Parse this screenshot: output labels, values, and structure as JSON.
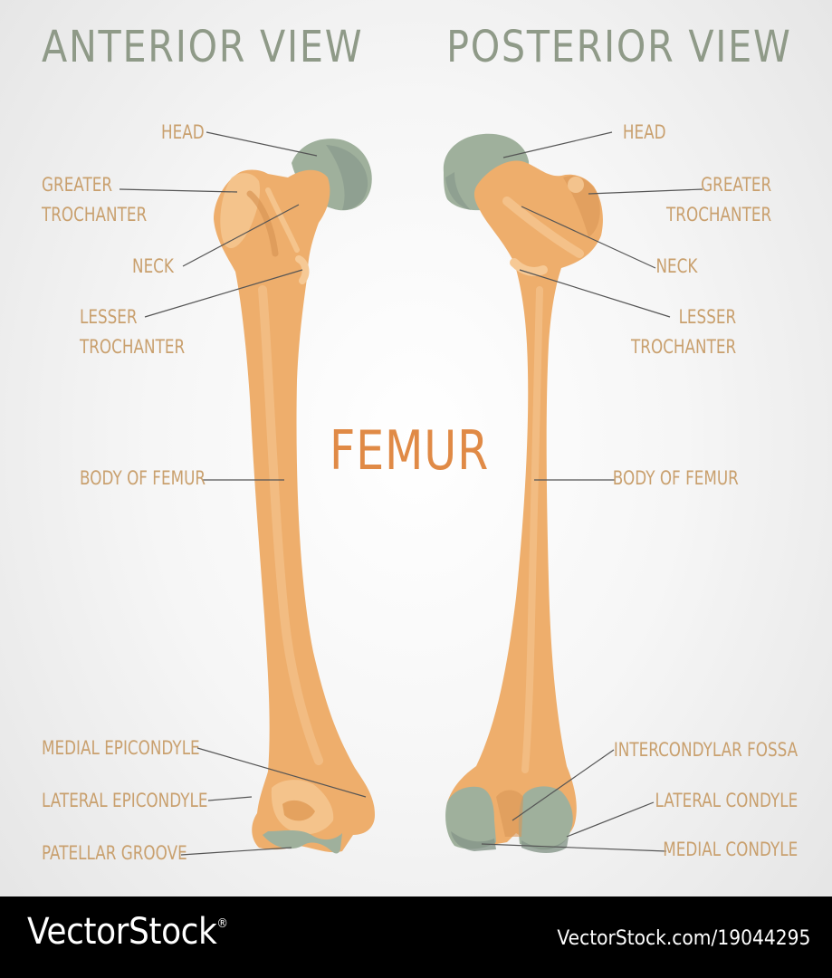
{
  "titles": {
    "anterior": "ANTERIOR VIEW",
    "posterior": "POSTERIOR VIEW",
    "center": "FEMUR"
  },
  "anterior_labels": {
    "head": "HEAD",
    "greater_trochanter": [
      "GREATER",
      "TROCHANTER"
    ],
    "neck": "NECK",
    "lesser_trochanter": [
      "LESSER",
      "TROCHANTER"
    ],
    "body_of_femur": "BODY OF FEMUR",
    "medial_epicondyle": "MEDIAL EPICONDYLE",
    "lateral_epicondyle": "LATERAL EPICONDYLE",
    "patellar_groove": "PATELLAR GROOVE"
  },
  "posterior_labels": {
    "head": "HEAD",
    "greater_trochanter": [
      "GREATER",
      "TROCHANTER"
    ],
    "neck": "NECK",
    "lesser_trochanter": [
      "LESSER",
      "TROCHANTER"
    ],
    "body_of_femur": "BODY OF FEMUR",
    "intercondylar_fossa": "INTERCONDYLAR FOSSA",
    "lateral_condyle": "LATERAL CONDYLE",
    "medial_condyle": "MEDIAL CONDYLE"
  },
  "watermark": {
    "brand": "VectorStock",
    "registered": "®",
    "url": "VectorStock.com/19044295"
  },
  "colors": {
    "bone": "#eeae6c",
    "bone_highlight": "#f6c995",
    "bone_shadow": "#d99656",
    "cartilage": "#9fb09c",
    "cartilage_dark": "#86968a",
    "title": "#8f9a88",
    "label": "#c9a06e",
    "femur_title": "#e08a46",
    "leader_line": "#555555"
  }
}
